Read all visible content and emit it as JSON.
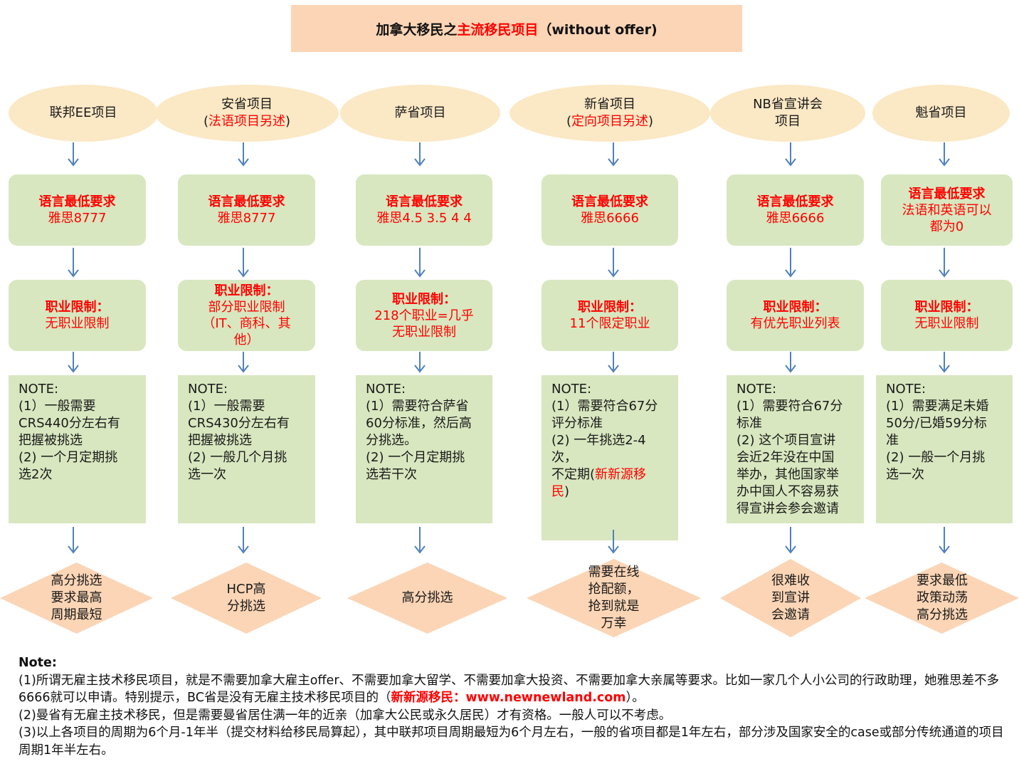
{
  "title": {
    "prefix": "加拿大移民之",
    "highlight": "主流移民项目",
    "suffix": "（without offer)"
  },
  "columns": [
    {
      "id": "ee",
      "ellipse": {
        "line1": "联邦EE项目",
        "line2": "",
        "red_line": ""
      },
      "language": {
        "head": "语言最低要求",
        "lines": [
          "雅思8777"
        ]
      },
      "occupation": {
        "head": "职业限制：",
        "lines": [
          "无职业限制"
        ]
      },
      "note": {
        "lines": [
          "NOTE:",
          "(1）一般需要",
          "CRS440分左右有",
          "把握被挑选",
          "(2) 一个月定期挑",
          "选2次"
        ]
      },
      "result": {
        "lines": [
          "高分挑选",
          "要求最高",
          "周期最短"
        ]
      }
    },
    {
      "id": "on",
      "ellipse": {
        "line1": "安省项目",
        "line2": "",
        "red_line": "法语项目另述"
      },
      "language": {
        "head": "语言最低要求",
        "lines": [
          "雅思8777"
        ]
      },
      "occupation": {
        "head": "职业限制：",
        "lines": [
          "部分职业限制",
          "（IT、商科、其",
          "他）"
        ]
      },
      "note": {
        "lines": [
          "NOTE:",
          "(1）一般需要",
          "CRS430分左右有",
          "把握被挑选",
          "(2) 一般几个月挑",
          "选一次"
        ]
      },
      "result": {
        "lines": [
          "HCP高",
          "分挑选"
        ]
      }
    },
    {
      "id": "sk",
      "ellipse": {
        "line1": "萨省项目",
        "line2": "",
        "red_line": ""
      },
      "language": {
        "head": "语言最低要求",
        "lines": [
          "雅思4.5 3.5 4 4"
        ]
      },
      "occupation": {
        "head": "职业限制：",
        "lines": [
          "218个职业=几乎",
          "无职业限制"
        ]
      },
      "note": {
        "lines": [
          "NOTE:",
          "(1）需要符合萨省",
          "60分标准，然后高",
          "分挑选。",
          "(2) 一个月定期挑",
          "选若干次"
        ]
      },
      "result": {
        "lines": [
          "高分挑选"
        ]
      }
    },
    {
      "id": "ns",
      "ellipse": {
        "line1": "新省项目",
        "line2": "",
        "red_line": "定向项目另述"
      },
      "language": {
        "head": "语言最低要求",
        "lines": [
          "雅思6666"
        ]
      },
      "occupation": {
        "head": "职业限制：",
        "lines": [
          "11个限定职业"
        ]
      },
      "note": {
        "lines": [
          "NOTE:",
          "(1）需要符合67分",
          "评分标准",
          "(2) 一年挑选2-4次，",
          "不定期"
        ],
        "red_tail": "新新源移",
        "red_tail2": "民",
        "tail_close": ")"
      },
      "result": {
        "lines": [
          "需要在线",
          "抢配额，",
          "抢到就是",
          "万幸"
        ]
      }
    },
    {
      "id": "nb",
      "ellipse": {
        "line1": "NB省宣讲会",
        "line2": "项目",
        "red_line": ""
      },
      "language": {
        "head": "语言最低要求",
        "lines": [
          "雅思6666"
        ]
      },
      "occupation": {
        "head": "职业限制：",
        "lines": [
          "有优先职业列表"
        ]
      },
      "note": {
        "lines": [
          "NOTE:",
          "(1）需要符合67分",
          "标准",
          "(2) 这个项目宣讲",
          "会近2年没在中国",
          "举办，其他国家举",
          "办中国人不容易获",
          "得宣讲会参会邀请"
        ]
      },
      "result": {
        "lines": [
          "很难收",
          "到宣讲",
          "会邀请"
        ]
      }
    },
    {
      "id": "qc",
      "ellipse": {
        "line1": "魁省项目",
        "line2": "",
        "red_line": ""
      },
      "language": {
        "head": "语言最低要求",
        "lines": [
          "法语和英语可以",
          "都为0"
        ]
      },
      "occupation": {
        "head": "职业限制：",
        "lines": [
          "无职业限制"
        ]
      },
      "note": {
        "lines": [
          "NOTE:",
          "(1）需要满足未婚",
          "50分/已婚59分标",
          "准",
          "(2) 一般一个月挑",
          "选一次"
        ]
      },
      "result": {
        "lines": [
          "要求最低",
          "政策动荡",
          "高分挑选"
        ]
      }
    }
  ],
  "bottom_note": {
    "label": "Note:",
    "p1_a": "(1)所谓无雇主技术移民项目，就是不需要加拿大雇主offer、不需要加拿大留学、不需要加拿大投资、不需要加拿大亲属等要求。比如一家几个人小公司的行政助理，她雅思差不多6666就可以申请。特别提示，BC省是没有无雇主技术移民项目的（",
    "p1_site": "新新源移民：www.newnewland.com",
    "p1_b": "）。",
    "p2": "(2)曼省有无雇主技术移民，但是需要曼省居住满一年的近亲（加拿大公民或永久居民）才有资格。一般人可以不考虑。",
    "p3": "(3)以上各项目的周期为6个月-1年半（提交材料给移民局算起），其中联邦项目周期最短为6个月左右，一般的省项目都是1年左右，部分涉及国家安全的case或部分传统通道的项目周期1年半左右。"
  },
  "colors": {
    "ellipse": "#fbe8c4",
    "box": "#d8e7bf",
    "diamond": "#fbd5b5",
    "title_bg": "#fbd5b5",
    "accent": "#ff0000",
    "arrow": "#4f81bd"
  }
}
